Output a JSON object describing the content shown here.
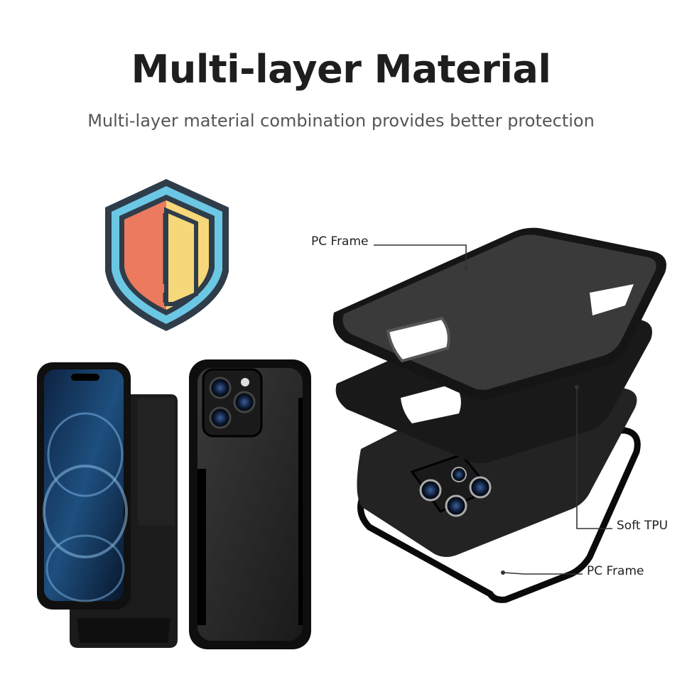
{
  "header": {
    "title": "Multi-layer Material",
    "subtitle": "Multi-layer material combination provides better protection"
  },
  "callouts": {
    "top_layer": "PC Frame",
    "middle_layer": "Soft TPU",
    "bottom_layer": "PC Frame"
  },
  "icons": {
    "badge": "shield-icon"
  },
  "colors": {
    "shield_outer": "#2f3d4a",
    "shield_ring": "#6cc7e4",
    "shield_left": "#ec7a5e",
    "shield_right": "#f6d77a",
    "case_black": "#141414"
  }
}
